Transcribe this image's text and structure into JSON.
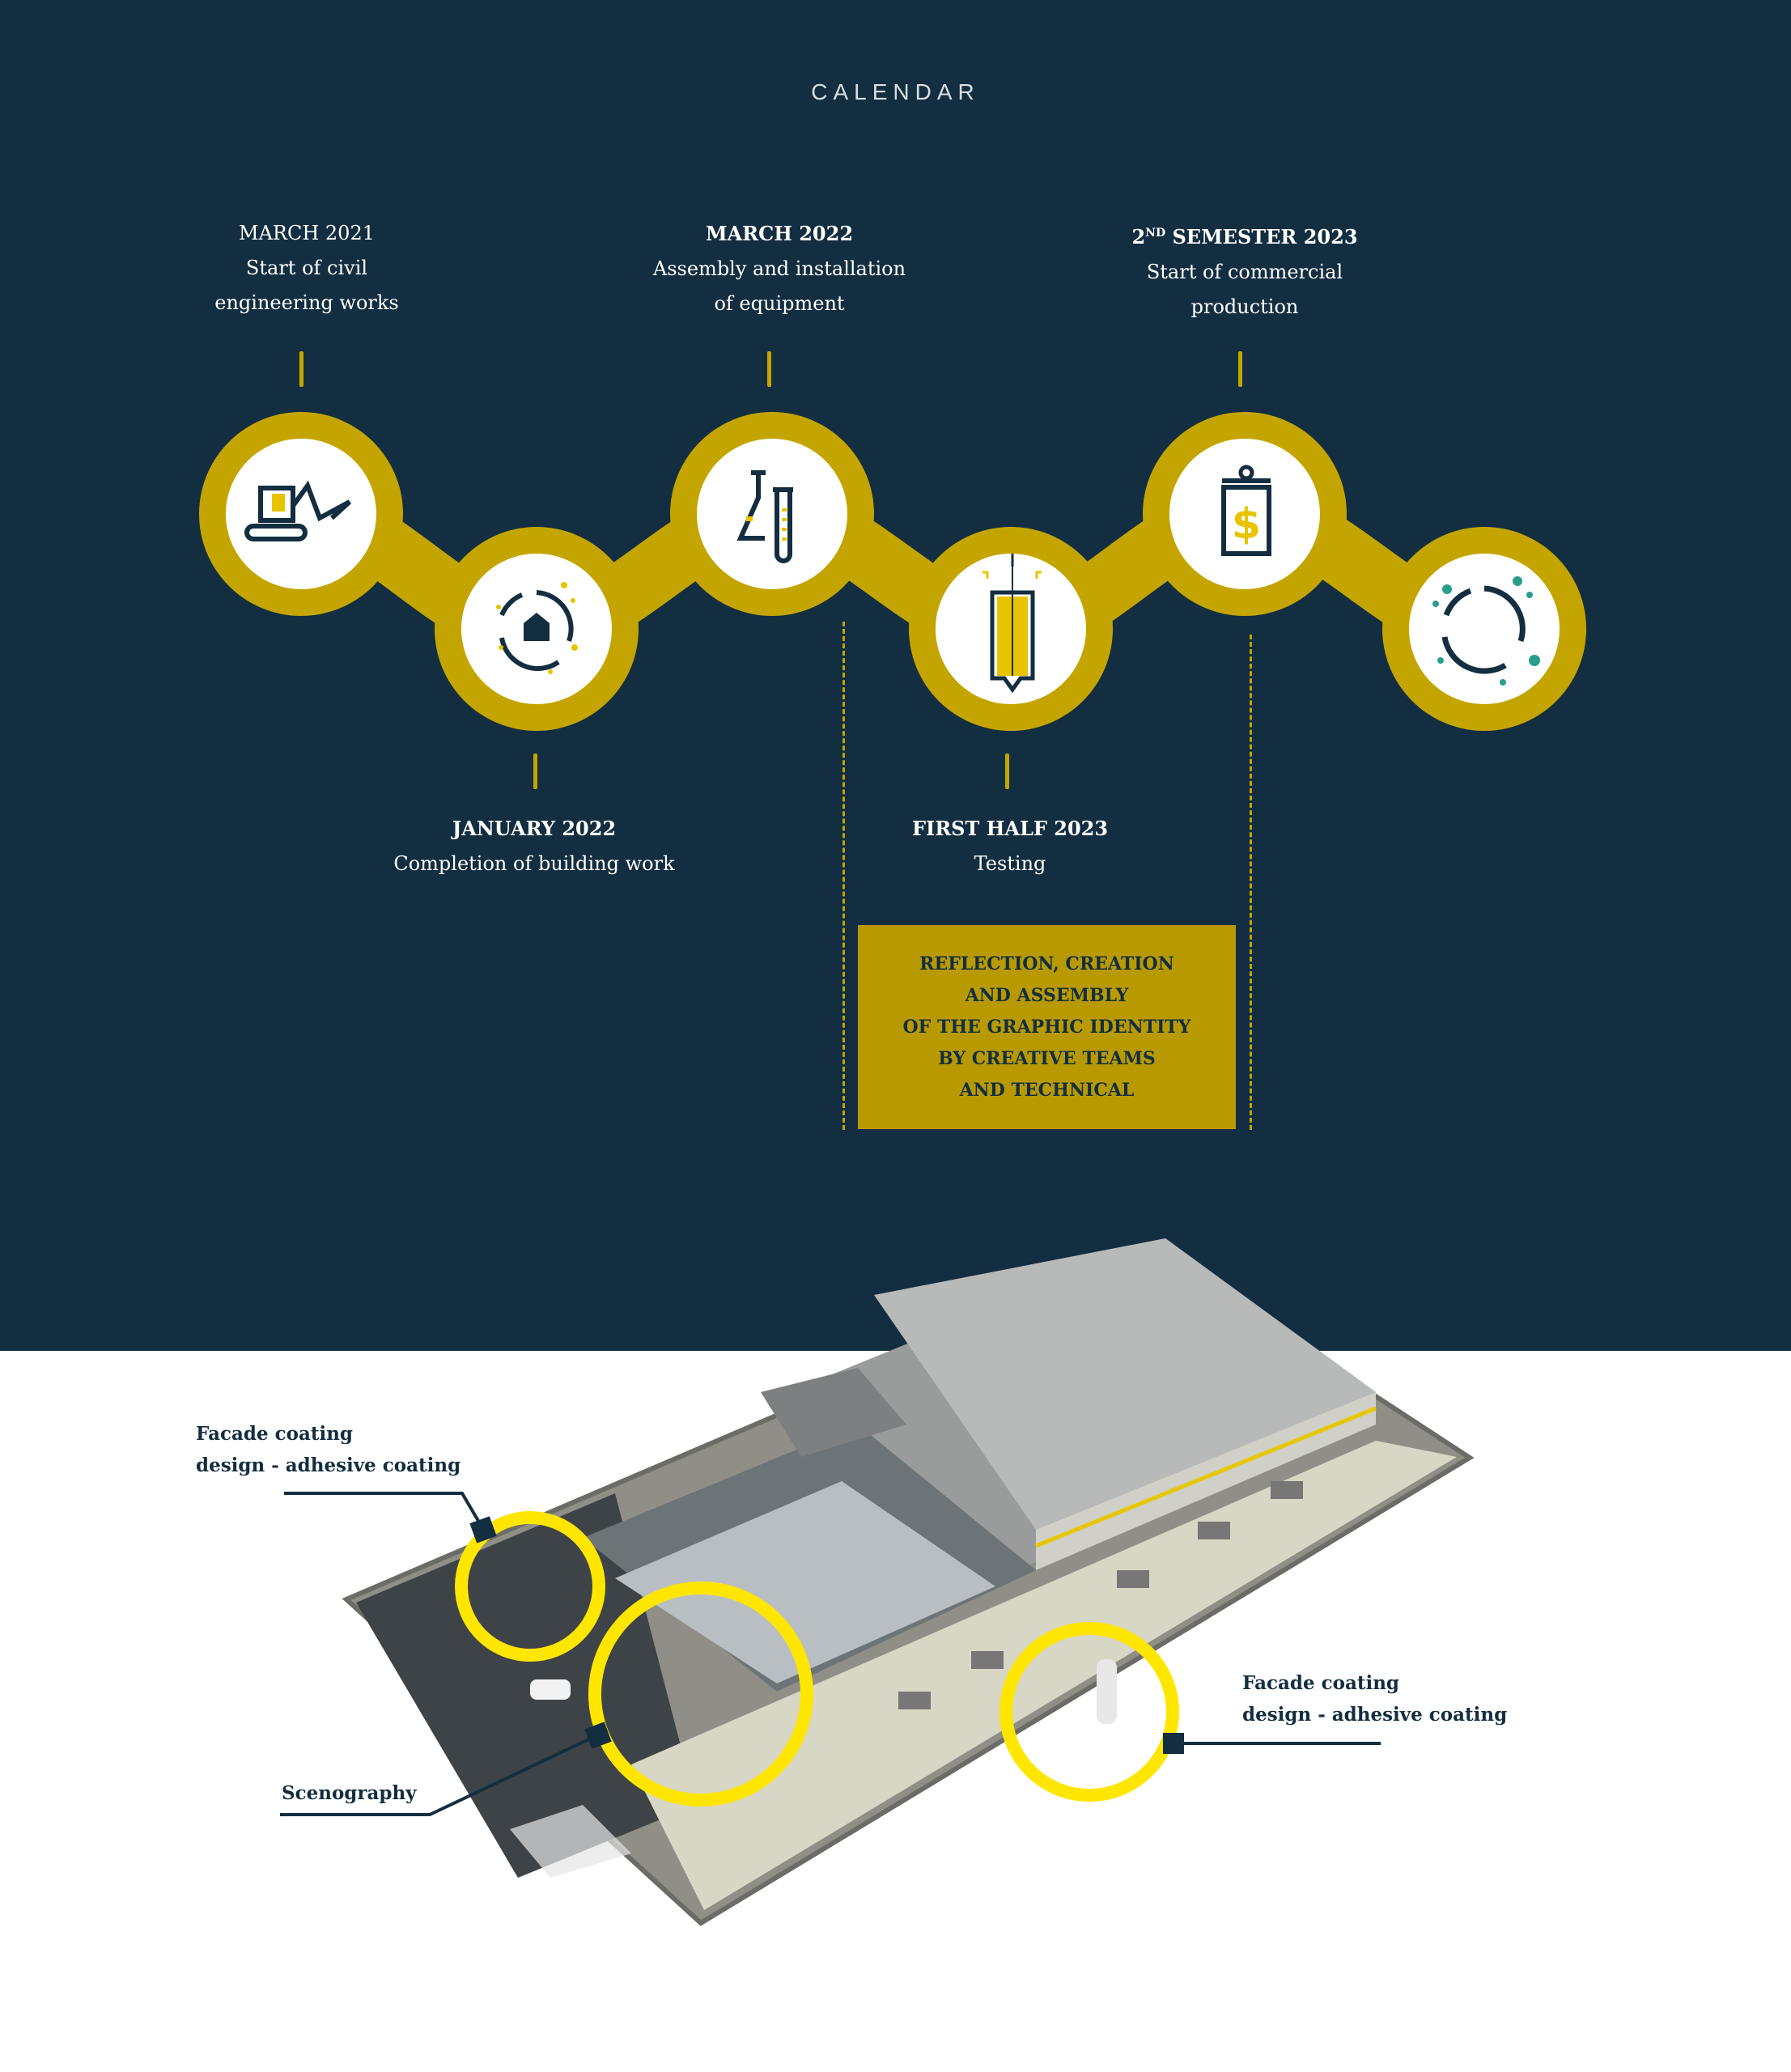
{
  "section_title": "CALENDAR",
  "milestones": [
    {
      "date": "MARCH 2021",
      "line1": "Start of civil",
      "line2": "engineering works",
      "icon": "excavator-icon"
    },
    {
      "date": "JANUARY 2022",
      "line1": "Completion of building work",
      "icon": "building-cycle-icon"
    },
    {
      "date": "MARCH 2022",
      "line1": "Assembly and installation",
      "line2": "of equipment",
      "icon": "lab-flask-icon"
    },
    {
      "date": "FIRST HALF 2023",
      "line1": "Testing",
      "icon": "test-tube-icon"
    },
    {
      "date_num": "2",
      "date_sup": "ND",
      "date_rest": " SEMESTER 2023",
      "line1": "Start of commercial",
      "line2": "production",
      "icon": "dollar-jar-icon"
    },
    {
      "icon": "cycle-icon"
    }
  ],
  "highlight_box": {
    "lines": [
      "REFLECTION, CREATION",
      "AND ASSEMBLY",
      "OF THE GRAPHIC IDENTITY",
      "BY CREATIVE TEAMS",
      "AND TECHNICAL"
    ]
  },
  "annotations": {
    "facade_left": [
      "Facade coating",
      "design - adhesive coating"
    ],
    "scenography": "Scenography",
    "facade_right": [
      "Facade coating",
      "design - adhesive coating"
    ]
  },
  "colors": {
    "background": "#132e40",
    "gold": "#c4a500",
    "box": "#b89a00",
    "highlight": "#ffe600"
  }
}
